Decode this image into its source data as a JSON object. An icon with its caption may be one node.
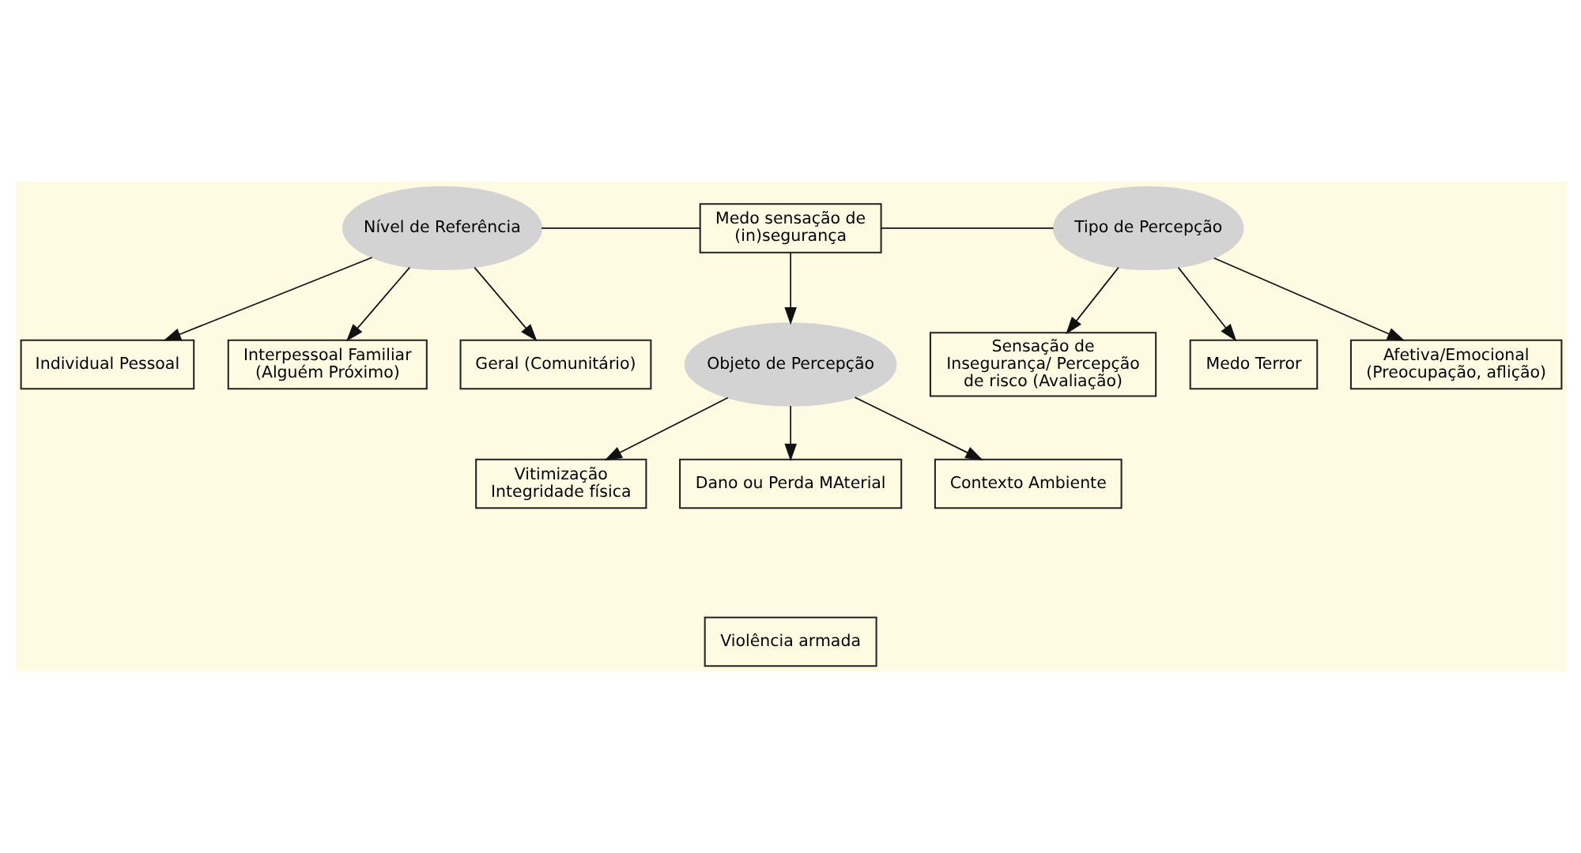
{
  "diagram": {
    "nodes": [
      {
        "text": [
          "Medo sensação de (in)segurança"
        ]
      },
      {
        "text": [
          "Nível de Referência"
        ]
      },
      {
        "text": [
          "Tipo de Percepção"
        ]
      },
      {
        "text": [
          "Objeto de Percepção"
        ]
      },
      {
        "text": [
          "Individual Pessoal"
        ]
      },
      {
        "text": [
          "Interpessoal Familiar (Alguém Próximo)"
        ]
      },
      {
        "text": [
          "Geral (Comunitário)"
        ]
      },
      {
        "text": [
          "Afetiva/Emocional (Preocupação, aflição)"
        ]
      },
      {
        "text": [
          "Sensação de Insegurança/ Percepção de risco (Avaliação)"
        ]
      },
      {
        "text": [
          "Medo Terror"
        ]
      },
      {
        "text": [
          "Vitimização Integridade física"
        ]
      },
      {
        "text": [
          "Dano ou Perda MAterial"
        ]
      },
      {
        "text": [
          "Contexto Ambiente"
        ]
      },
      {
        "text": [
          "Violência armada"
        ]
      }
    ],
    "edges": [
      {
        "from": 1,
        "to": 0,
        "arrow": "none"
      },
      {
        "from": 0,
        "to": 2,
        "arrow": "none"
      },
      {
        "from": 0,
        "to": 3,
        "arrow": "to"
      },
      {
        "from": 1,
        "to": 4,
        "arrow": "to"
      },
      {
        "from": 1,
        "to": 5,
        "arrow": "to"
      },
      {
        "from": 1,
        "to": 6,
        "arrow": "to"
      },
      {
        "from": 2,
        "to": 7,
        "arrow": "to"
      },
      {
        "from": 2,
        "to": 8,
        "arrow": "to"
      },
      {
        "from": 2,
        "to": 9,
        "arrow": "to"
      },
      {
        "from": 3,
        "to": 10,
        "arrow": "to"
      },
      {
        "from": 3,
        "to": 11,
        "arrow": "to"
      },
      {
        "from": 3,
        "to": 12,
        "arrow": "to"
      }
    ]
  }
}
